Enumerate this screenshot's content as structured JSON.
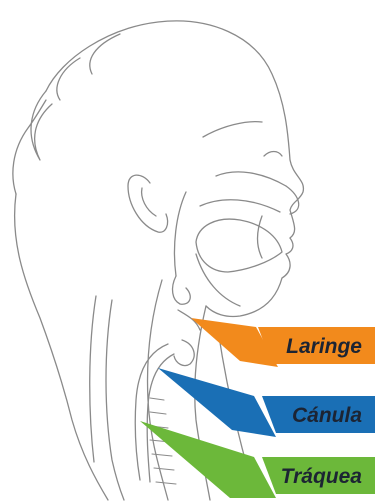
{
  "diagram": {
    "labels": {
      "laringe": "Laringe",
      "canula": "Cánula",
      "traquea": "Tráquea"
    },
    "colors": {
      "outline": "#8a8a8a",
      "laringe": "#f28a1c",
      "canula": "#1a6fb5",
      "traquea": "#6cb83a",
      "label_text": "#1c2433"
    }
  }
}
